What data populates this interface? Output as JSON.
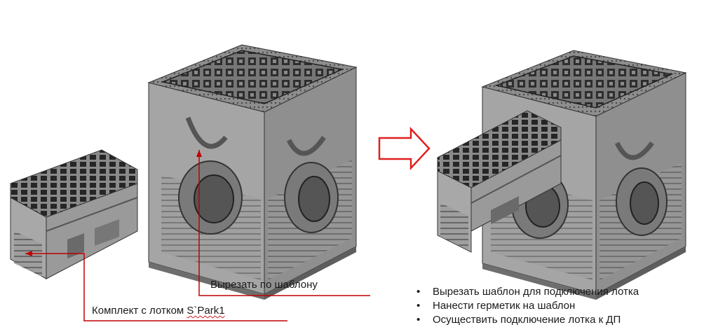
{
  "labels": {
    "cut_by_template": "Вырезать по шаблону",
    "kit_prefix": "Комплект с лотком ",
    "kit_name": "S`Park1"
  },
  "steps": [
    "Вырезать шаблон для подключения лотка",
    "Нанести герметик на шаблон",
    "Осуществить подключение лотка к ДП"
  ],
  "colors": {
    "callout_line": "#c00000",
    "arrow_outline": "#e02020",
    "body_gray": "#9a9a9a",
    "grate_dark": "#2e2e2e"
  },
  "icons": [
    "right-arrow-icon"
  ]
}
